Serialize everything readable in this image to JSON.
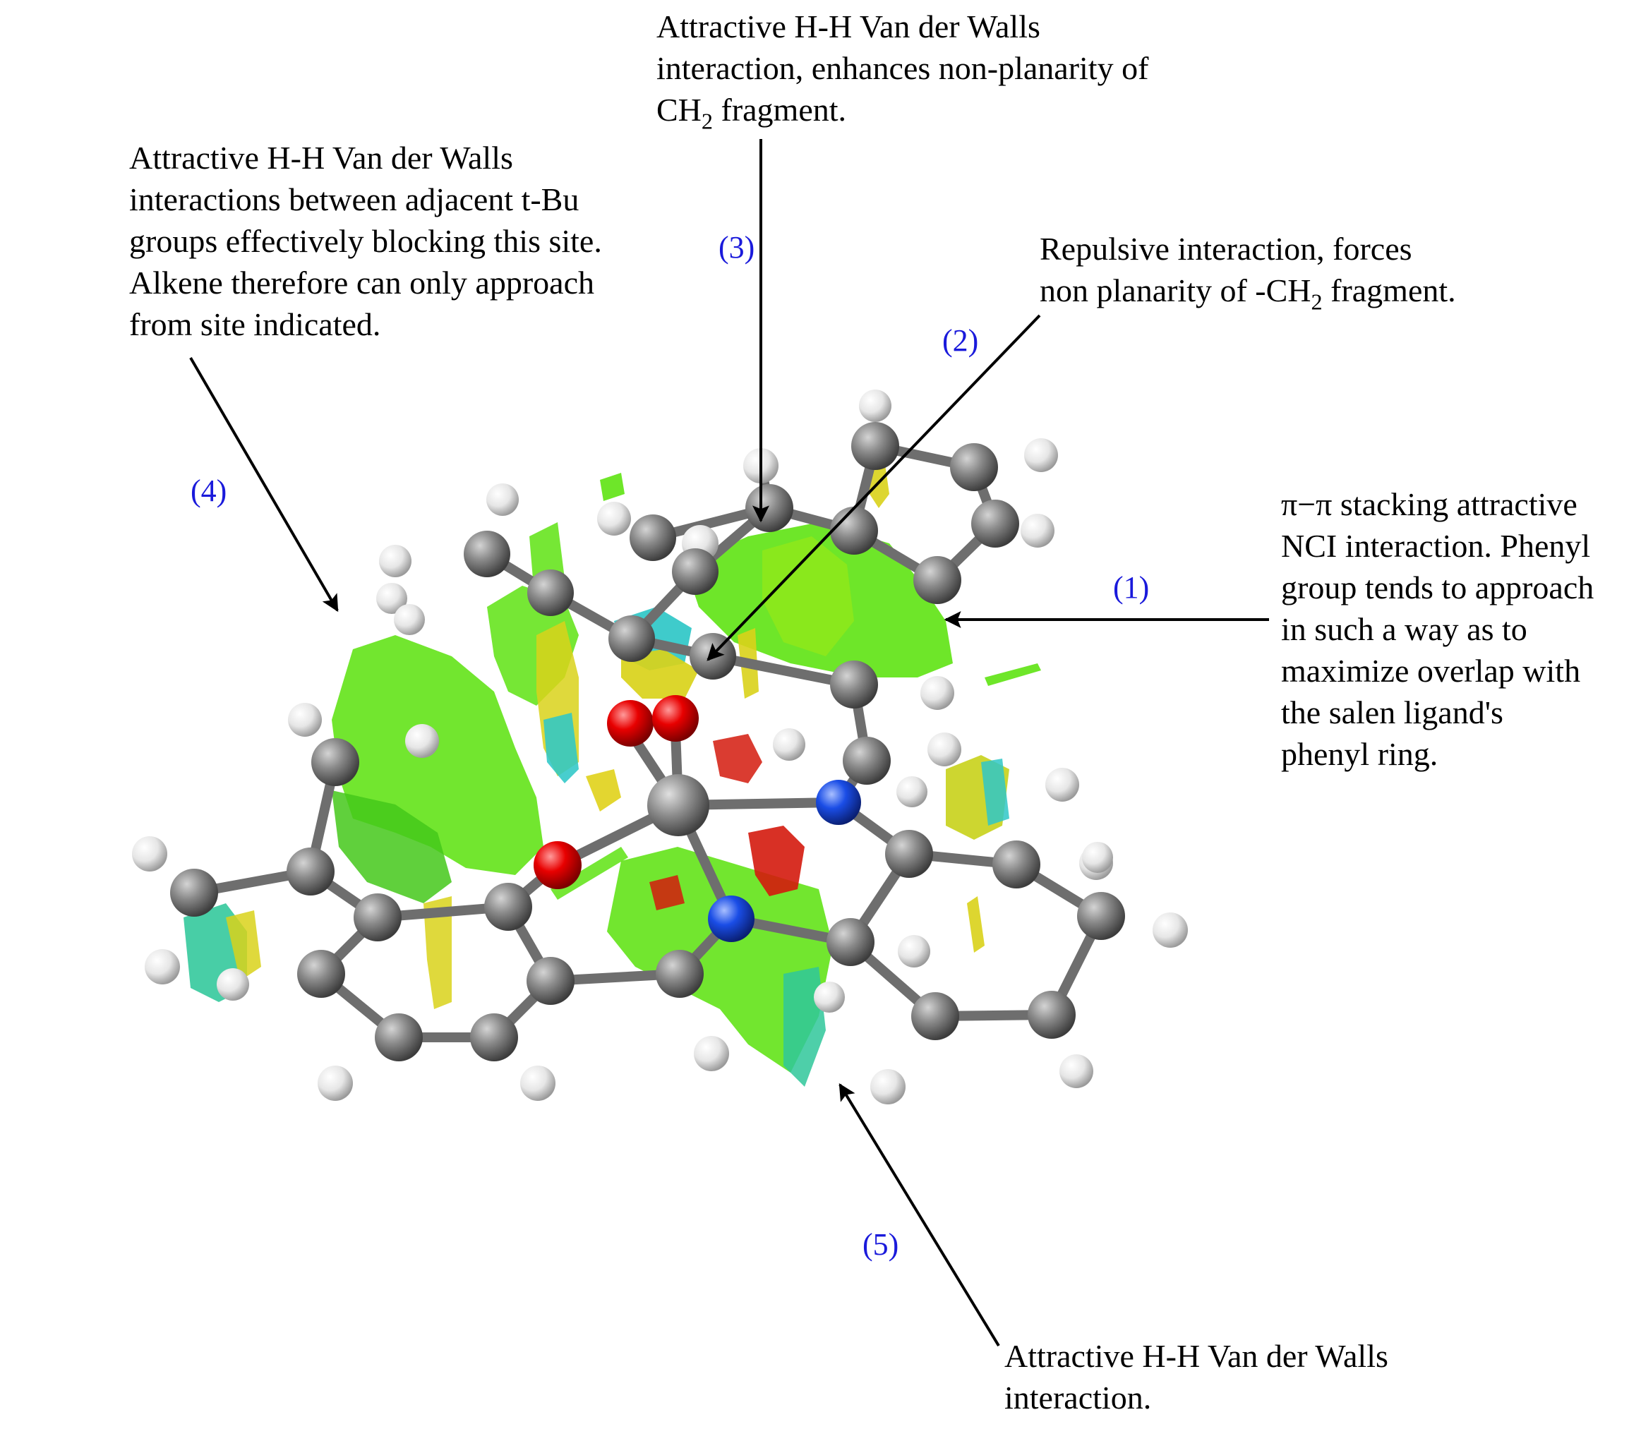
{
  "colors": {
    "carbon": "#808080",
    "hydrogen": "#f0f0f0",
    "oxygen": "#e80000",
    "nitrogen": "#1a4de6",
    "metal": "#8c8c8c",
    "nci_green": "#5ee312",
    "nci_yellow": "#d9d21a",
    "nci_cyan": "#2fc7c7",
    "nci_red": "#d41a0d",
    "label_number": "#1a1adb",
    "text": "#000000",
    "arrow": "#000000"
  },
  "labels": {
    "n1": "(1)",
    "n2": "(2)",
    "n3": "(3)",
    "n4": "(4)",
    "n5": "(5)"
  },
  "annotations": {
    "a1": {
      "line1": "π−π stacking attractive",
      "line2": "NCI interaction. Phenyl",
      "line3": "group tends to approach",
      "line4": "in such a way as to",
      "line5": "maximize overlap with",
      "line6": "the salen ligand's",
      "line7": "phenyl ring."
    },
    "a2": {
      "line1": "Repulsive interaction, forces",
      "line2_pre": "non planarity of -CH",
      "line2_sub": "2",
      "line2_post": " fragment."
    },
    "a3": {
      "line1": "Attractive H-H Van der Walls",
      "line2": "interaction, enhances non-planarity of",
      "line3_pre": "CH",
      "line3_sub": "2",
      "line3_post": " fragment."
    },
    "a4": {
      "line1": "Attractive H-H Van der Walls",
      "line2": "interactions between adjacent t-Bu",
      "line3": "groups effectively blocking this site.",
      "line4": "Alkene therefore can only approach",
      "line5": "from site indicated."
    },
    "a5": {
      "line1": "Attractive H-H Van der Walls",
      "line2": "interaction."
    }
  }
}
